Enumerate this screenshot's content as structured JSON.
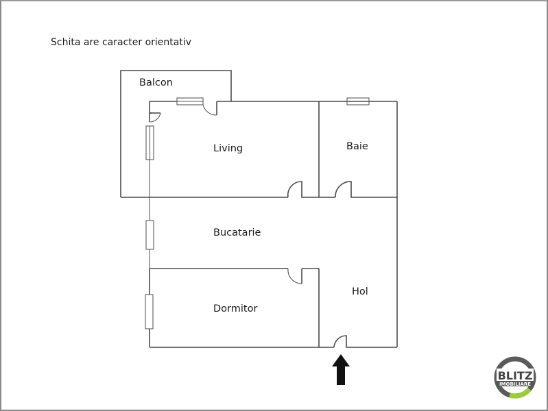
{
  "note": "Schita are caracter orientativ",
  "rooms": {
    "balcon": "Balcon",
    "living": "Living",
    "baie": "Baie",
    "bucatarie": "Bucatarie",
    "dormitor": "Dormitor",
    "hol": "Hol"
  },
  "entrance_arrow": "arrow-up-icon",
  "logo": {
    "brand": "BLITZ",
    "sub": "IMOBILIARE",
    "ring_color": "#5b5b5b",
    "accent_color": "#9acd32"
  }
}
